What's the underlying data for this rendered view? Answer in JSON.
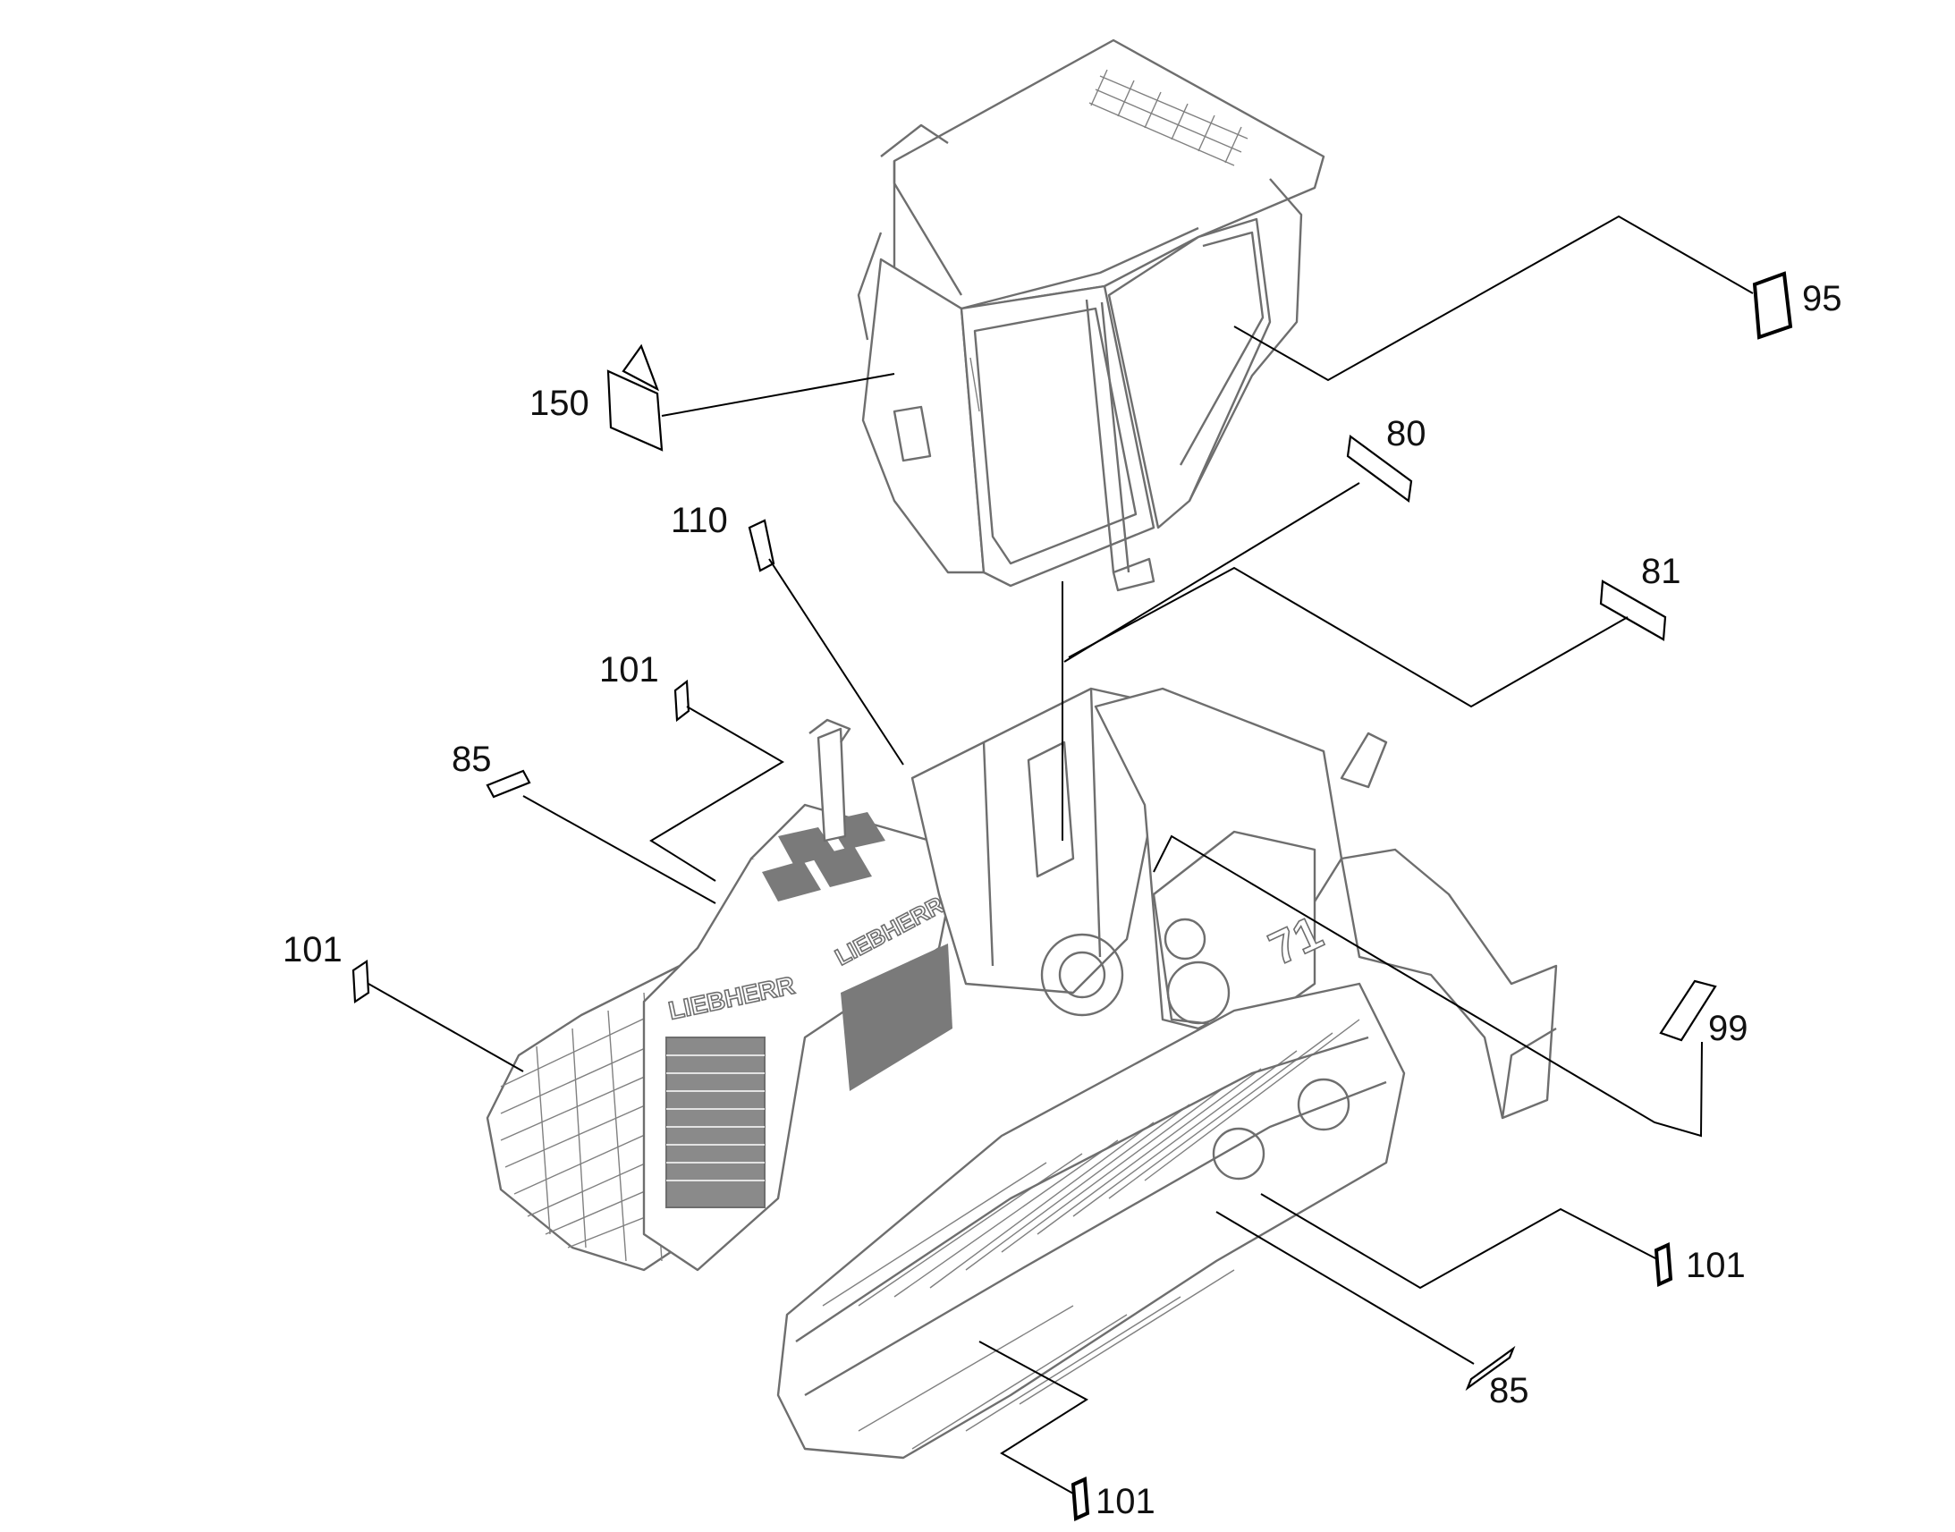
{
  "callouts": {
    "c95": "95",
    "c150": "150",
    "c80": "80",
    "c110": "110",
    "c81": "81",
    "c101_a": "101",
    "c85_a": "85",
    "c101_b": "101",
    "c99": "99",
    "c101_c": "101",
    "c85_b": "85",
    "c101_d": "101"
  },
  "machine": {
    "brand_hood": "LIEBHERR",
    "brand_front": "LIEBHERR",
    "model_badge": "71"
  },
  "colors": {
    "line_art": "#6e6e6e",
    "leader_lines": "#000000",
    "shading": "#7a7a7a"
  }
}
